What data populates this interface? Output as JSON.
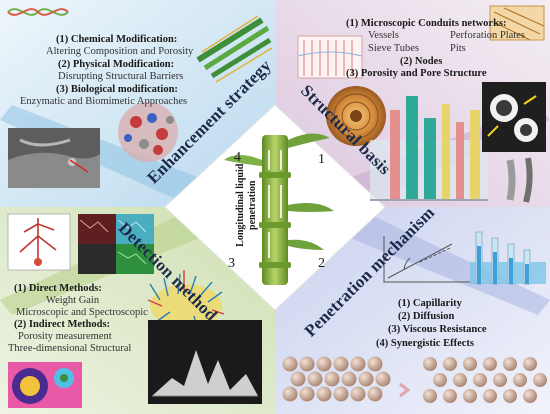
{
  "center": {
    "label_line1": "Longitudinal liquid",
    "label_line2": "penetration"
  },
  "quadrants": {
    "enhancement": {
      "title": "Enhancement strategy",
      "number": "4",
      "items": [
        {
          "heading": "(1) Chemical Modification:",
          "detail": "Altering Composition and Porosity"
        },
        {
          "heading": "(2) Physical Modification:",
          "detail": "Disrupting Structural Barriers"
        },
        {
          "heading": "(3) Biological modification:",
          "detail": "Enzymatic and Biomimetic Approaches"
        }
      ]
    },
    "structural": {
      "title": "Structural basis",
      "number": "1",
      "heading1": "(1) Microscopic Conduits networks:",
      "conduits": [
        "Vessels",
        "Perforation Plates",
        "Sieve Tubes",
        "Pits"
      ],
      "heading2": "(2) Nodes",
      "heading3": "(3) Porosity and Pore Structure"
    },
    "detection": {
      "title": "Detection method",
      "number": "3",
      "items": [
        {
          "heading": "(1) Direct Methods:",
          "details": [
            "Weight Gain",
            "Microscopic and Spectroscopic"
          ]
        },
        {
          "heading": "(2) Indirect Methods:",
          "details": [
            "Porosity measurement",
            "Three-dimensional Structural"
          ]
        }
      ]
    },
    "penetration": {
      "title": "Penetration mechanism",
      "number": "2",
      "items": [
        "(1) Capillarity",
        "(2) Diffusion",
        "(3) Viscous Resistance",
        "(4) Synergistic Effects"
      ]
    }
  },
  "colors": {
    "enhancement_bg": "#d6e9f5",
    "structural_bg": "#eadbe8",
    "detection_bg": "#e6eed6",
    "penetration_bg": "#dfe3f3",
    "bamboo": "#7aa33a",
    "band_text": "#1c2a4a"
  }
}
